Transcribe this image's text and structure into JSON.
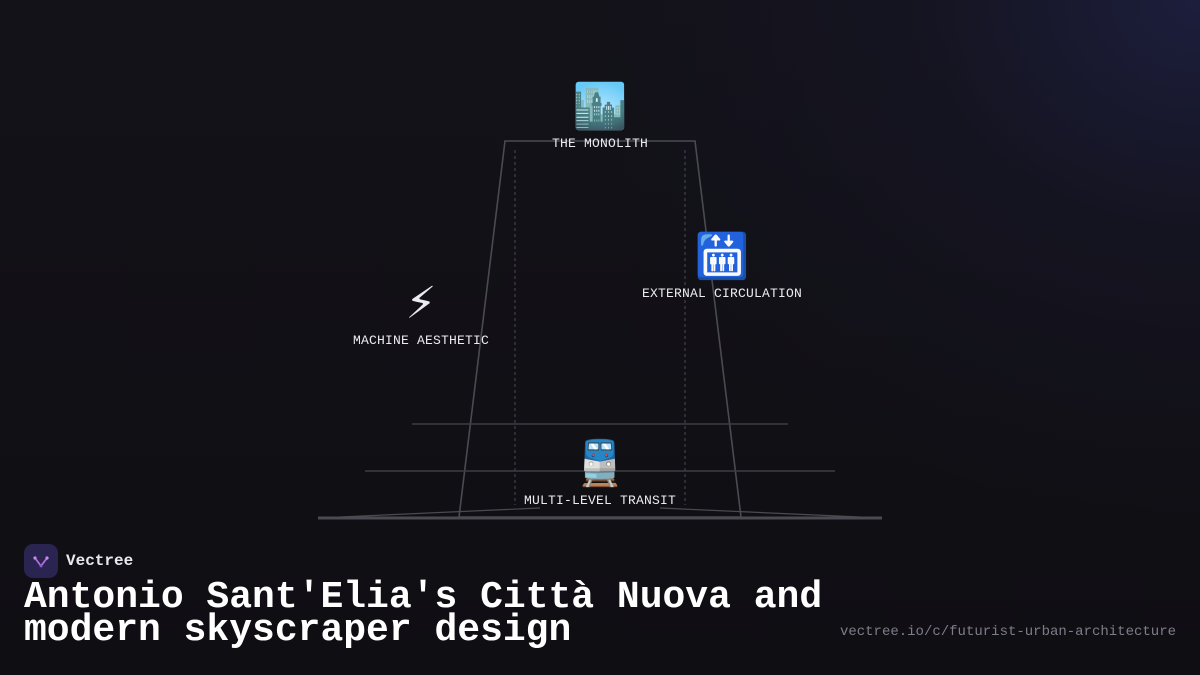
{
  "nodes": {
    "monolith": {
      "label": "THE MONOLITH",
      "icon": "cityscape-icon",
      "glyph": "🏙️"
    },
    "circulation": {
      "label": "EXTERNAL CIRCULATION",
      "icon": "elevator-icon",
      "glyph": "🛗"
    },
    "machine": {
      "label": "MACHINE AESTHETIC",
      "icon": "lightning-icon",
      "glyph": "⚡"
    },
    "transit": {
      "label": "MULTI-LEVEL TRANSIT",
      "icon": "train-icon",
      "glyph": "🚆"
    }
  },
  "brand": {
    "name": "Vectree",
    "icon": "vectree-logo-icon"
  },
  "title": "Antonio Sant'Elia's Città Nuova and modern skyscraper design",
  "url": "vectree.io/c/futurist-urban-architecture",
  "colors": {
    "background": "#111015",
    "line": "#4a4a52",
    "text": "#ececf0",
    "brand_tile": "#2a2450",
    "brand_accent": "#b06ee0"
  }
}
